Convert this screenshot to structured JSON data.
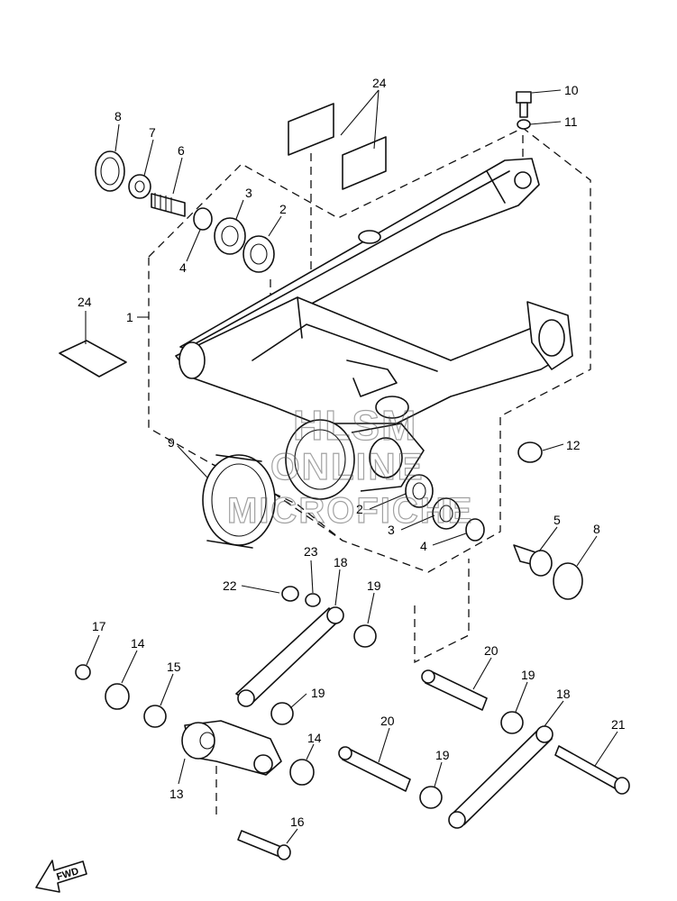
{
  "diagram": {
    "callouts": [
      {
        "id": "c24a",
        "label": "24"
      },
      {
        "id": "c10",
        "label": "10"
      },
      {
        "id": "c11",
        "label": "11"
      },
      {
        "id": "c8a",
        "label": "8"
      },
      {
        "id": "c7",
        "label": "7"
      },
      {
        "id": "c6",
        "label": "6"
      },
      {
        "id": "c3a",
        "label": "3"
      },
      {
        "id": "c2a",
        "label": "2"
      },
      {
        "id": "c4a",
        "label": "4"
      },
      {
        "id": "c1",
        "label": "1"
      },
      {
        "id": "c24b",
        "label": "24"
      },
      {
        "id": "c9",
        "label": "9"
      },
      {
        "id": "c12",
        "label": "12"
      },
      {
        "id": "c2b",
        "label": "2"
      },
      {
        "id": "c3b",
        "label": "3"
      },
      {
        "id": "c4b",
        "label": "4"
      },
      {
        "id": "c5",
        "label": "5"
      },
      {
        "id": "c8b",
        "label": "8"
      },
      {
        "id": "c23",
        "label": "23"
      },
      {
        "id": "c18a",
        "label": "18"
      },
      {
        "id": "c22",
        "label": "22"
      },
      {
        "id": "c19a",
        "label": "19"
      },
      {
        "id": "c17",
        "label": "17"
      },
      {
        "id": "c14a",
        "label": "14"
      },
      {
        "id": "c15",
        "label": "15"
      },
      {
        "id": "c20a",
        "label": "20"
      },
      {
        "id": "c19b",
        "label": "19"
      },
      {
        "id": "c19c",
        "label": "19"
      },
      {
        "id": "c18b",
        "label": "18"
      },
      {
        "id": "c20b",
        "label": "20"
      },
      {
        "id": "c21",
        "label": "21"
      },
      {
        "id": "c14b",
        "label": "14"
      },
      {
        "id": "c13",
        "label": "13"
      },
      {
        "id": "c19d",
        "label": "19"
      },
      {
        "id": "c16",
        "label": "16"
      }
    ],
    "watermark": {
      "line1": "HLSM",
      "line2": "ONLINE",
      "line3": "MICROFICHE"
    },
    "fwd_label": "FWD"
  }
}
